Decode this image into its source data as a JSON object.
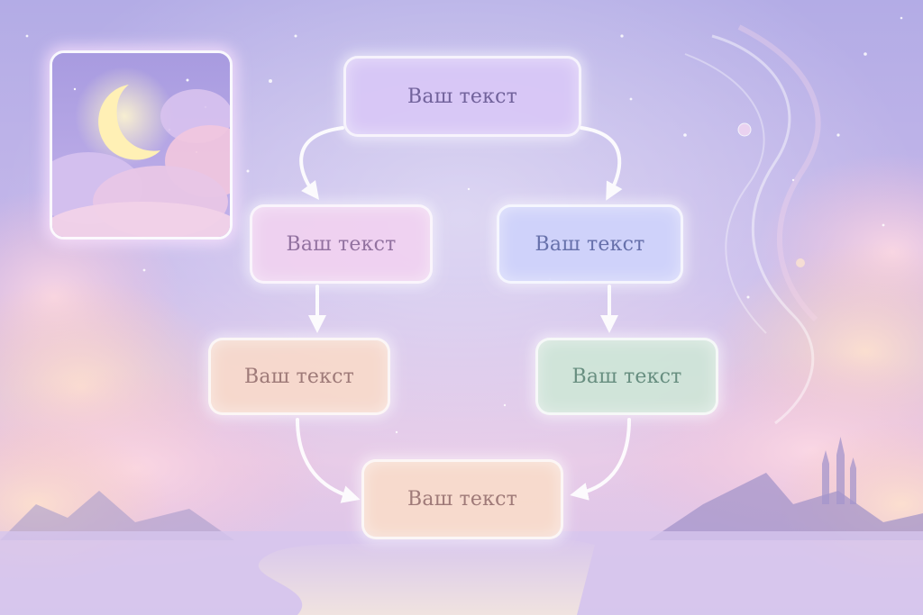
{
  "diagram": {
    "nodes": [
      {
        "id": "top",
        "label": "Ваш текст",
        "fill": "#d9c8f7",
        "text_color": "#6b5b95"
      },
      {
        "id": "mid-left",
        "label": "Ваш текст",
        "fill": "#f1d2f1",
        "text_color": "#8d6b9a"
      },
      {
        "id": "mid-right",
        "label": "Ваш текст",
        "fill": "#cfd3fb",
        "text_color": "#5f6aa6"
      },
      {
        "id": "low-left",
        "label": "Ваш текст",
        "fill": "#f8dacb",
        "text_color": "#9a7470"
      },
      {
        "id": "low-right",
        "label": "Ваш текст",
        "fill": "#cfe6d8",
        "text_color": "#5f8a78"
      },
      {
        "id": "bottom",
        "label": "Ваш текст",
        "fill": "#f9dccb",
        "text_color": "#9a7470"
      }
    ],
    "edges": [
      {
        "from": "top",
        "to": "mid-left"
      },
      {
        "from": "top",
        "to": "mid-right"
      },
      {
        "from": "mid-left",
        "to": "low-left"
      },
      {
        "from": "mid-right",
        "to": "low-right"
      },
      {
        "from": "low-left",
        "to": "bottom"
      },
      {
        "from": "low-right",
        "to": "bottom"
      }
    ]
  },
  "colors": {
    "sky_top": "#b6aee6",
    "sky_mid": "#cbb6e8",
    "horizon_glow": "#f6cfe0",
    "cloud_pink": "#f4c6dc",
    "cloud_peach": "#f9d6c4",
    "moon": "#fff1b8",
    "arrow": "#ffffff"
  },
  "decor": {
    "thumbnail": "crescent-moon-night-clouds-image"
  }
}
